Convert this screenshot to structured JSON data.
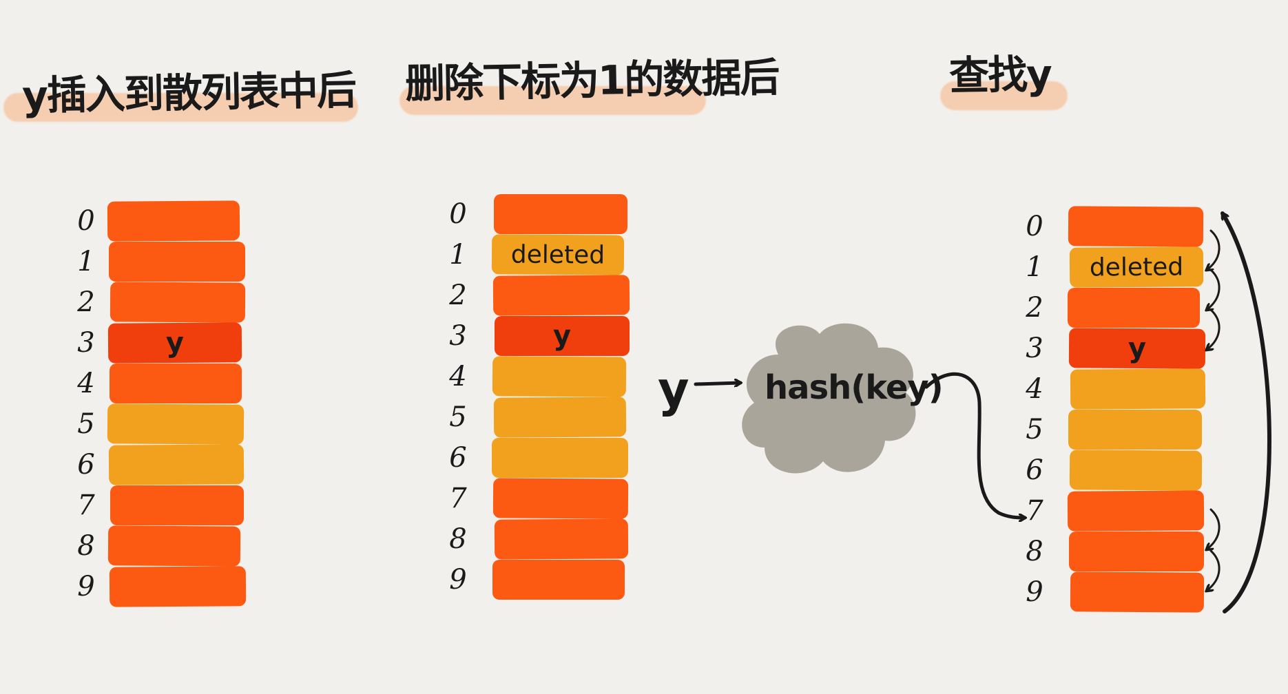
{
  "titles": {
    "left": "y插入到散列表中后",
    "middle": "删除下标为1的数据后",
    "right": "查找y"
  },
  "indices": [
    "0",
    "1",
    "2",
    "3",
    "4",
    "5",
    "6",
    "7",
    "8",
    "9"
  ],
  "tables": [
    {
      "cells": [
        {
          "state": "filled",
          "label": ""
        },
        {
          "state": "filled",
          "label": ""
        },
        {
          "state": "filled",
          "label": ""
        },
        {
          "state": "target",
          "label": "y"
        },
        {
          "state": "filled",
          "label": ""
        },
        {
          "state": "empty",
          "label": ""
        },
        {
          "state": "empty",
          "label": ""
        },
        {
          "state": "filled",
          "label": ""
        },
        {
          "state": "filled",
          "label": ""
        },
        {
          "state": "filled",
          "label": ""
        }
      ]
    },
    {
      "cells": [
        {
          "state": "filled",
          "label": ""
        },
        {
          "state": "deleted",
          "label": "deleted"
        },
        {
          "state": "filled",
          "label": ""
        },
        {
          "state": "target",
          "label": "y"
        },
        {
          "state": "empty",
          "label": ""
        },
        {
          "state": "empty",
          "label": ""
        },
        {
          "state": "empty",
          "label": ""
        },
        {
          "state": "filled",
          "label": ""
        },
        {
          "state": "filled",
          "label": ""
        },
        {
          "state": "filled",
          "label": ""
        }
      ]
    },
    {
      "cells": [
        {
          "state": "filled",
          "label": ""
        },
        {
          "state": "deleted",
          "label": "deleted"
        },
        {
          "state": "filled",
          "label": ""
        },
        {
          "state": "target",
          "label": "y"
        },
        {
          "state": "empty",
          "label": ""
        },
        {
          "state": "empty",
          "label": ""
        },
        {
          "state": "empty",
          "label": ""
        },
        {
          "state": "filled",
          "label": ""
        },
        {
          "state": "filled",
          "label": ""
        },
        {
          "state": "filled",
          "label": ""
        }
      ]
    }
  ],
  "lookup": {
    "key": "y",
    "function": "hash(key)"
  },
  "colors": {
    "filled": "#fc5a12",
    "target": "#f03e0c",
    "empty": "#f2a11e",
    "deleted": "#f2a11e",
    "highlight": "#f6c7a6",
    "cloud": "#a9a59a",
    "ink": "#1a1a1a",
    "background": "#f2f0ec"
  }
}
